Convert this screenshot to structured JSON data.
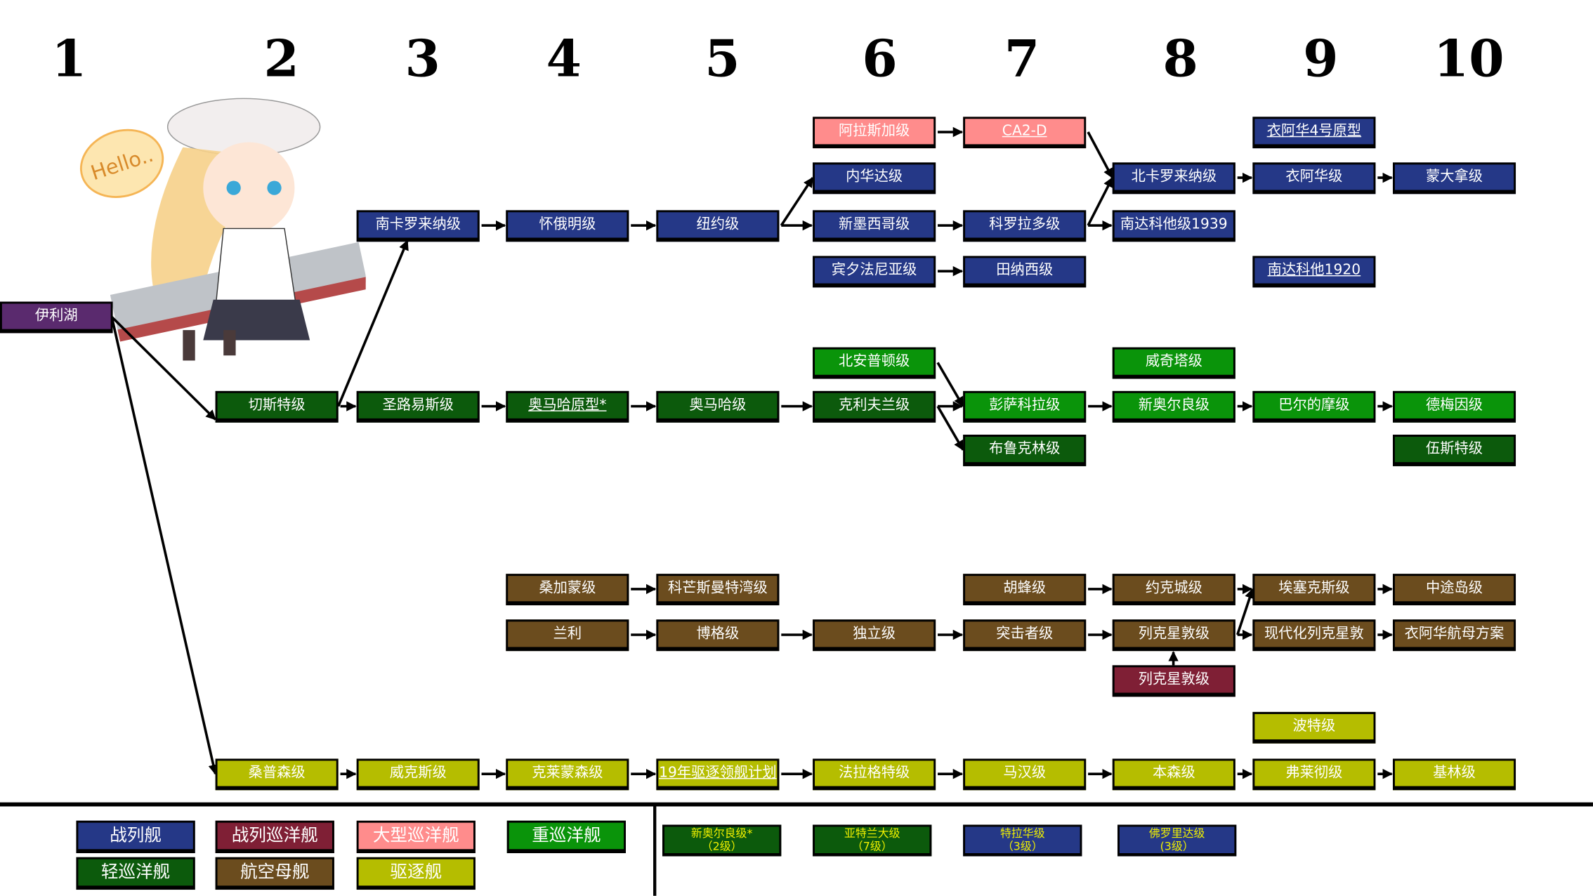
{
  "tiers": [
    "1",
    "2",
    "3",
    "4",
    "5",
    "6",
    "7",
    "8",
    "9",
    "10"
  ],
  "illustration": {
    "speech_bubble": "Hello.."
  },
  "colors": {
    "battleship": "#253887",
    "battlecruiser": "#7f1f35",
    "large_cruiser": "#ff8c8c",
    "heavy_cruiser": "#0a940a",
    "light_cruiser": "#0c5a0c",
    "carrier": "#6b4c1e",
    "destroyer": "#b5bd00",
    "starter": "#5a2a6e"
  },
  "nodes": [
    {
      "label": "阿拉斯加级",
      "type": "large_cruiser",
      "tier": 6
    },
    {
      "label": "CA2-D",
      "type": "large_cruiser",
      "tier": 7,
      "underline": true
    },
    {
      "label": "衣阿华4号原型",
      "type": "battleship",
      "tier": 9,
      "underline": true
    },
    {
      "label": "内华达级",
      "type": "battleship",
      "tier": 6
    },
    {
      "label": "北卡罗来纳级",
      "type": "battleship",
      "tier": 8
    },
    {
      "label": "衣阿华级",
      "type": "battleship",
      "tier": 9
    },
    {
      "label": "蒙大拿级",
      "type": "battleship",
      "tier": 10
    },
    {
      "label": "南卡罗来纳级",
      "type": "battleship",
      "tier": 3
    },
    {
      "label": "怀俄明级",
      "type": "battleship",
      "tier": 4
    },
    {
      "label": "纽约级",
      "type": "battleship",
      "tier": 5
    },
    {
      "label": "新墨西哥级",
      "type": "battleship",
      "tier": 6
    },
    {
      "label": "科罗拉多级",
      "type": "battleship",
      "tier": 7
    },
    {
      "label": "南达科他级1939",
      "type": "battleship",
      "tier": 8
    },
    {
      "label": "宾夕法尼亚级",
      "type": "battleship",
      "tier": 6
    },
    {
      "label": "田纳西级",
      "type": "battleship",
      "tier": 7
    },
    {
      "label": "南达科他1920",
      "type": "battleship",
      "tier": 9,
      "underline": true
    },
    {
      "label": "伊利湖",
      "type": "starter",
      "tier": 1
    },
    {
      "label": "北安普顿级",
      "type": "heavy_cruiser",
      "tier": 6
    },
    {
      "label": "威奇塔级",
      "type": "heavy_cruiser",
      "tier": 8
    },
    {
      "label": "切斯特级",
      "type": "light_cruiser",
      "tier": 2
    },
    {
      "label": "圣路易斯级",
      "type": "light_cruiser",
      "tier": 3
    },
    {
      "label": "奥马哈原型*",
      "type": "light_cruiser",
      "tier": 4,
      "underline": true
    },
    {
      "label": "奥马哈级",
      "type": "light_cruiser",
      "tier": 5
    },
    {
      "label": "克利夫兰级",
      "type": "light_cruiser",
      "tier": 6
    },
    {
      "label": "彭萨科拉级",
      "type": "heavy_cruiser",
      "tier": 7
    },
    {
      "label": "新奥尔良级",
      "type": "heavy_cruiser",
      "tier": 8
    },
    {
      "label": "巴尔的摩级",
      "type": "heavy_cruiser",
      "tier": 9
    },
    {
      "label": "德梅因级",
      "type": "heavy_cruiser",
      "tier": 10
    },
    {
      "label": "布鲁克林级",
      "type": "light_cruiser",
      "tier": 7
    },
    {
      "label": "伍斯特级",
      "type": "light_cruiser",
      "tier": 10
    },
    {
      "label": "桑加蒙级",
      "type": "carrier",
      "tier": 4
    },
    {
      "label": "科芒斯曼特湾级",
      "type": "carrier",
      "tier": 5
    },
    {
      "label": "胡蜂级",
      "type": "carrier",
      "tier": 7
    },
    {
      "label": "约克城级",
      "type": "carrier",
      "tier": 8
    },
    {
      "label": "埃塞克斯级",
      "type": "carrier",
      "tier": 9
    },
    {
      "label": "中途岛级",
      "type": "carrier",
      "tier": 10
    },
    {
      "label": "兰利",
      "type": "carrier",
      "tier": 4
    },
    {
      "label": "博格级",
      "type": "carrier",
      "tier": 5
    },
    {
      "label": "独立级",
      "type": "carrier",
      "tier": 6
    },
    {
      "label": "突击者级",
      "type": "carrier",
      "tier": 7
    },
    {
      "label": "列克星敦级",
      "type": "carrier",
      "tier": 8
    },
    {
      "label": "现代化列克星敦",
      "type": "carrier",
      "tier": 9
    },
    {
      "label": "衣阿华航母方案",
      "type": "carrier",
      "tier": 10
    },
    {
      "label": "列克星敦级",
      "type": "battlecruiser",
      "tier": 8
    },
    {
      "label": "波特级",
      "type": "destroyer",
      "tier": 9
    },
    {
      "label": "桑普森级",
      "type": "destroyer",
      "tier": 2
    },
    {
      "label": "威克斯级",
      "type": "destroyer",
      "tier": 3
    },
    {
      "label": "克莱蒙森级",
      "type": "destroyer",
      "tier": 4
    },
    {
      "label": "19年驱逐领舰计划",
      "type": "destroyer",
      "tier": 5,
      "underline": true
    },
    {
      "label": "法拉格特级",
      "type": "destroyer",
      "tier": 6
    },
    {
      "label": "马汉级",
      "type": "destroyer",
      "tier": 7
    },
    {
      "label": "本森级",
      "type": "destroyer",
      "tier": 8
    },
    {
      "label": "弗莱彻级",
      "type": "destroyer",
      "tier": 9
    },
    {
      "label": "基林级",
      "type": "destroyer",
      "tier": 10
    }
  ],
  "legend": [
    {
      "label": "战列舰",
      "type": "battleship"
    },
    {
      "label": "战列巡洋舰",
      "type": "battlecruiser"
    },
    {
      "label": "大型巡洋舰",
      "type": "large_cruiser"
    },
    {
      "label": "重巡洋舰",
      "type": "heavy_cruiser"
    },
    {
      "label": "轻巡洋舰",
      "type": "light_cruiser"
    },
    {
      "label": "航空母舰",
      "type": "carrier"
    },
    {
      "label": "驱逐舰",
      "type": "destroyer"
    }
  ],
  "special_legend": [
    {
      "name": "新奥尔良级*",
      "level": "（2级）",
      "type": "light_cruiser"
    },
    {
      "name": "亚特兰大级",
      "level": "（7级）",
      "type": "light_cruiser"
    },
    {
      "name": "特拉华级",
      "level": "（3级）",
      "type": "battleship"
    },
    {
      "name": "佛罗里达级",
      "level": "(3级）",
      "type": "battleship"
    }
  ]
}
